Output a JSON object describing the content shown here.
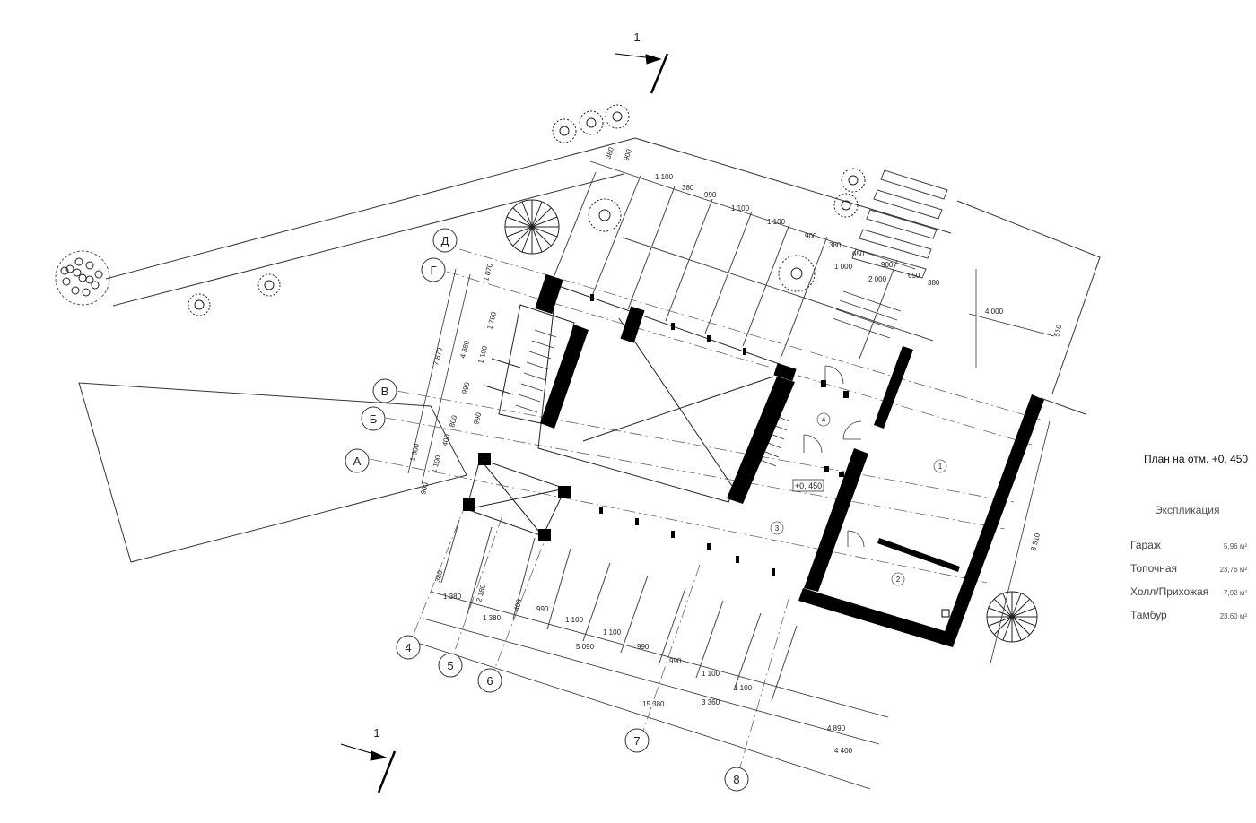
{
  "plan_title": "План на отм. +0, 450",
  "legend": {
    "heading": "Экспликация",
    "rooms": [
      {
        "name": "Гараж",
        "area": "5,96 м²"
      },
      {
        "name": "Топочная",
        "area": "23,76 м²"
      },
      {
        "name": "Холл/Прихожая",
        "area": "7,92 м²"
      },
      {
        "name": "Тамбур",
        "area": "23,60 м²"
      }
    ]
  },
  "section_marks": {
    "top": "1",
    "bottom": "1"
  },
  "level_mark": "+0, 450",
  "axes_letters": [
    "Д",
    "Г",
    "В",
    "Б",
    "А"
  ],
  "axes_numbers": [
    "4",
    "5",
    "6",
    "7",
    "8"
  ],
  "room_numbers": [
    "1",
    "2",
    "3",
    "4"
  ],
  "dims_top": [
    "380",
    "900",
    "1 100",
    "380",
    "990",
    "1 100",
    "1 100",
    "900",
    "380",
    "650",
    "900",
    "650",
    "380"
  ],
  "dims_sub": [
    "1 000",
    "2 000"
  ],
  "dims_left": [
    "7 870",
    "4 380",
    "1 790",
    "1 100",
    "990",
    "990",
    "800",
    "400",
    "1 600",
    "1 100",
    "900",
    "1 070"
  ],
  "dims_bottom_row1": [
    "380",
    "2 180",
    "400",
    "990",
    "1 100",
    "1 100",
    "990",
    "990",
    "1 100",
    "1 100"
  ],
  "dims_bottom_row2": [
    "1 380",
    "1 380",
    "5 090",
    "3 360"
  ],
  "dims_total": [
    "15 380",
    "4 890",
    "4 400"
  ],
  "dims_right": [
    "4 000",
    "510",
    "8 510"
  ]
}
